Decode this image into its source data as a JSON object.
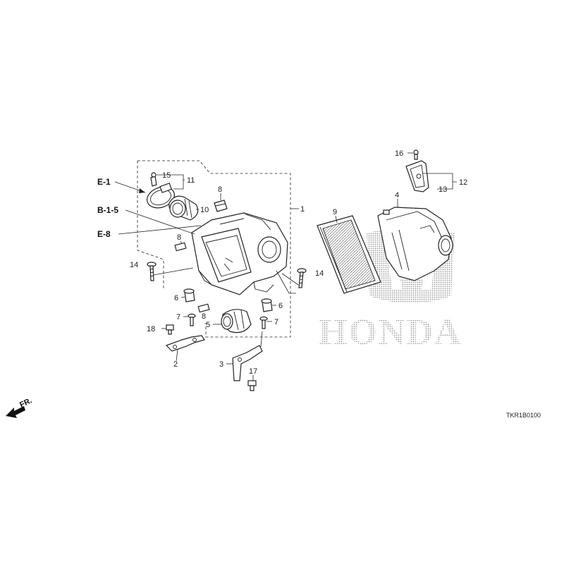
{
  "diagram": {
    "code": "TKR1B0100",
    "fr_label": "FR.",
    "brand": "HONDA",
    "refs": {
      "e1": "E-1",
      "b15": "B-1-5",
      "e8": "E-8"
    },
    "callouts": {
      "p1": "1",
      "p2": "2",
      "p3": "3",
      "p4": "4",
      "p5": "5",
      "p6a": "6",
      "p6b": "6",
      "p7a": "7",
      "p7b": "7",
      "p8a": "8",
      "p8b": "8",
      "p8c": "8",
      "p9": "9",
      "p10": "10",
      "p11": "11",
      "p12": "12",
      "p13": "13",
      "p14a": "14",
      "p14b": "14",
      "p15": "15",
      "p16": "16",
      "p17": "17",
      "p18": "18"
    }
  }
}
